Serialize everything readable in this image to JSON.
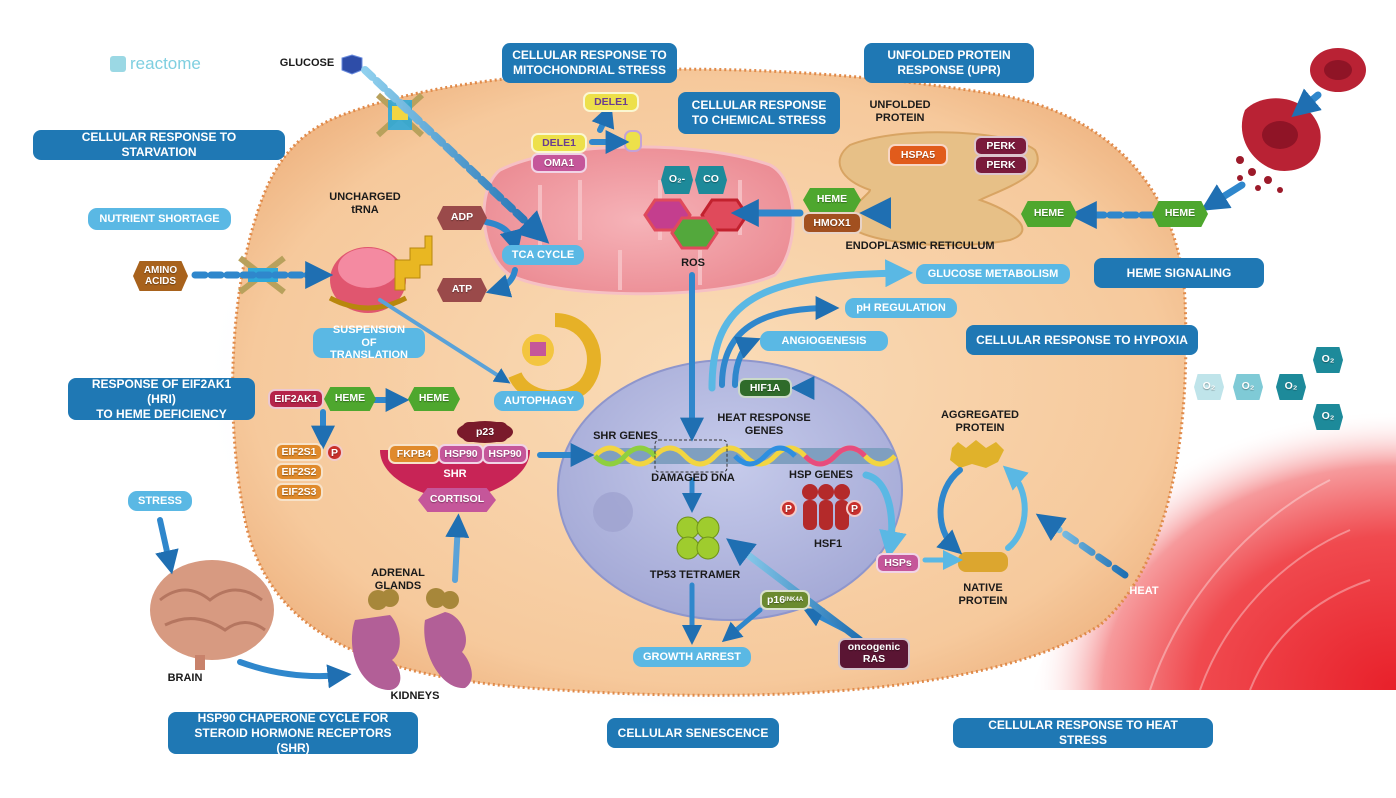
{
  "logo": {
    "text": "reactome"
  },
  "sections": {
    "starvation": "CELLULAR RESPONSE TO STARVATION",
    "mito_stress": "CELLULAR RESPONSE TO\nMITOCHONDRIAL STRESS",
    "chem_stress": "CELLULAR RESPONSE\nTO CHEMICAL STRESS",
    "upr": "UNFOLDED PROTEIN\nRESPONSE (UPR)",
    "heme_signaling": "HEME SIGNALING",
    "hypoxia": "CELLULAR RESPONSE TO HYPOXIA",
    "hri": "RESPONSE OF EIF2AK1 (HRI)\nTO HEME DEFICIENCY",
    "hsp90": "HSP90 CHAPERONE CYCLE FOR\nSTEROID HORMONE RECEPTORS (SHR)",
    "senescence": "CELLULAR SENESCENCE",
    "heat_stress": "CELLULAR RESPONSE TO HEAT STRESS"
  },
  "pills": {
    "nutrient_shortage": "NUTRIENT SHORTAGE",
    "suspension": "SUSPENSION\nOF TRANSLATION",
    "tca": "TCA CYCLE",
    "autophagy": "AUTOPHAGY",
    "glucose_metabolism": "GLUCOSE METABOLISM",
    "ph_regulation": "pH REGULATION",
    "angiogenesis": "ANGIOGENESIS",
    "stress": "STRESS",
    "growth_arrest": "GROWTH ARREST"
  },
  "labels": {
    "glucose": "GLUCOSE",
    "uncharged_trna": "UNCHARGED\ntRNA",
    "unfolded_protein": "UNFOLDED\nPROTEIN",
    "er": "ENDOPLASMIC RETICULUM",
    "ros": "ROS",
    "heat_response_genes": "HEAT RESPONSE\nGENES",
    "shr_genes": "SHR GENES",
    "damaged_dna": "DAMAGED DNA",
    "hsp_genes": "HSP GENES",
    "hsf1": "HSF1",
    "aggregated_protein": "AGGREGATED\nPROTEIN",
    "native_protein": "NATIVE\nPROTEIN",
    "heat": "HEAT",
    "tp53_tetramer": "TP53 TETRAMER",
    "adrenal_glands": "ADRENAL\nGLANDS",
    "kidneys": "KIDNEYS",
    "brain": "BRAIN",
    "shr": "SHR"
  },
  "nodes": {
    "dele1_top": "DELE1",
    "dele1": "DELE1",
    "oma1": "OMA1",
    "hspa5": "HSPA5",
    "perk1": "PERK",
    "perk2": "PERK",
    "heme_er": "HEME",
    "hmox1": "HMOX1",
    "heme_mid": "HEME",
    "heme_out": "HEME",
    "adp": "ADP",
    "atp": "ATP",
    "amino_acids": "AMINO\nACIDS",
    "eif2ak1": "EIF2AK1",
    "heme_hri": "HEME",
    "heme_hri2": "HEME",
    "eif2s1": "EIF2S1",
    "eif2s2": "EIF2S2",
    "eif2s3": "EIF2S3",
    "p_eif": "P",
    "p23": "p23",
    "fkpb4": "FKPB4",
    "hsp90a": "HSP90",
    "hsp90b": "HSP90",
    "cortisol": "CORTISOL",
    "hif1a": "HIF1A",
    "hsps": "HSPs",
    "p16": "p16",
    "p16_sup": "INK4A",
    "oncogenic_ras": "oncogenic\nRAS",
    "o2_minus": "O₂-",
    "co": "CO",
    "o2_a": "O₂",
    "o2_b": "O₂",
    "o2_c": "O₂",
    "o2_d": "O₂",
    "o2_e": "O₂",
    "p_left": "P",
    "p_right": "P"
  },
  "colors": {
    "section_blue": "#1f78b4",
    "pill_blue": "#5ab8e4",
    "cell_fill": "#f7cda6",
    "nucleus_fill": "#b9bde0",
    "heme_green": "#4ea72e",
    "arrow_blue": "#1f78b4"
  }
}
